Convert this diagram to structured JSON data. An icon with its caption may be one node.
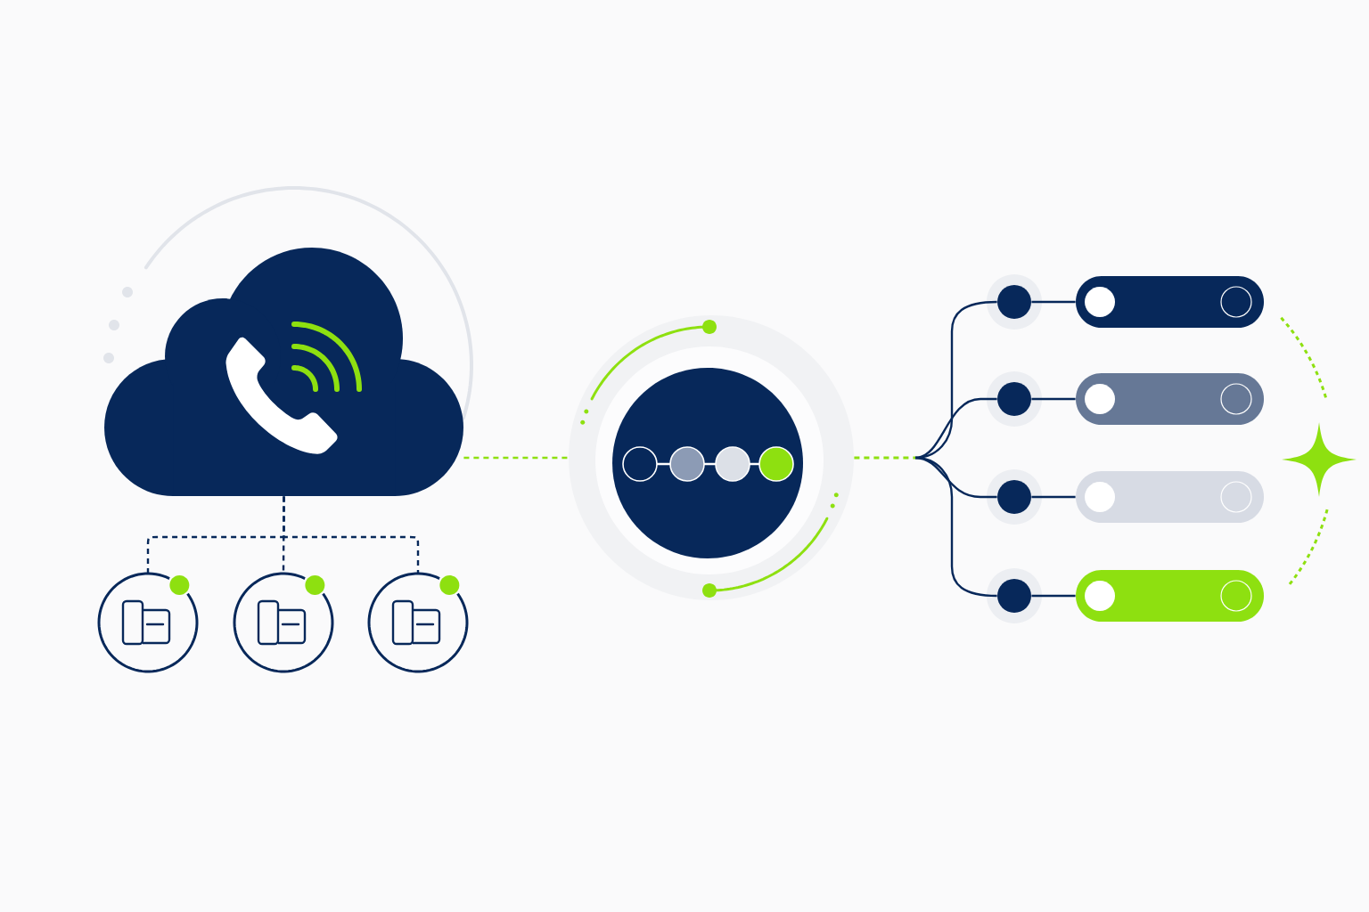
{
  "diagram": {
    "nodes": [
      {
        "text": [],
        "shape": "cloud"
      },
      {
        "text": [],
        "shape": "circle"
      },
      {
        "text": [],
        "shape": "circle"
      },
      {
        "text": [],
        "shape": "circle"
      },
      {
        "text": [],
        "shape": "circle"
      },
      {
        "text": [],
        "shape": "circle"
      },
      {
        "text": [],
        "shape": "circle"
      },
      {
        "text": [],
        "shape": "circle"
      },
      {
        "text": [],
        "shape": "circle"
      },
      {
        "text": [],
        "shape": "bar"
      },
      {
        "text": [],
        "shape": "bar"
      },
      {
        "text": [],
        "shape": "bar"
      },
      {
        "text": [],
        "shape": "bar"
      }
    ],
    "edges": [
      {
        "from": 0,
        "to": 1,
        "arrow": "none",
        "style": "dashed"
      },
      {
        "from": 0,
        "to": 2,
        "arrow": "none",
        "style": "dashed"
      },
      {
        "from": 0,
        "to": 3,
        "arrow": "none",
        "style": "dashed"
      },
      {
        "from": 0,
        "to": 4,
        "arrow": "none",
        "style": "dashed",
        "color": "#8ee010"
      },
      {
        "from": 4,
        "to": 5,
        "arrow": "none"
      },
      {
        "from": 4,
        "to": 6,
        "arrow": "none"
      },
      {
        "from": 4,
        "to": 7,
        "arrow": "none"
      },
      {
        "from": 4,
        "to": 8,
        "arrow": "none"
      },
      {
        "from": 5,
        "to": 9,
        "arrow": "none"
      },
      {
        "from": 6,
        "to": 10,
        "arrow": "none"
      },
      {
        "from": 7,
        "to": 11,
        "arrow": "none"
      },
      {
        "from": 8,
        "to": 12,
        "arrow": "none"
      }
    ]
  }
}
